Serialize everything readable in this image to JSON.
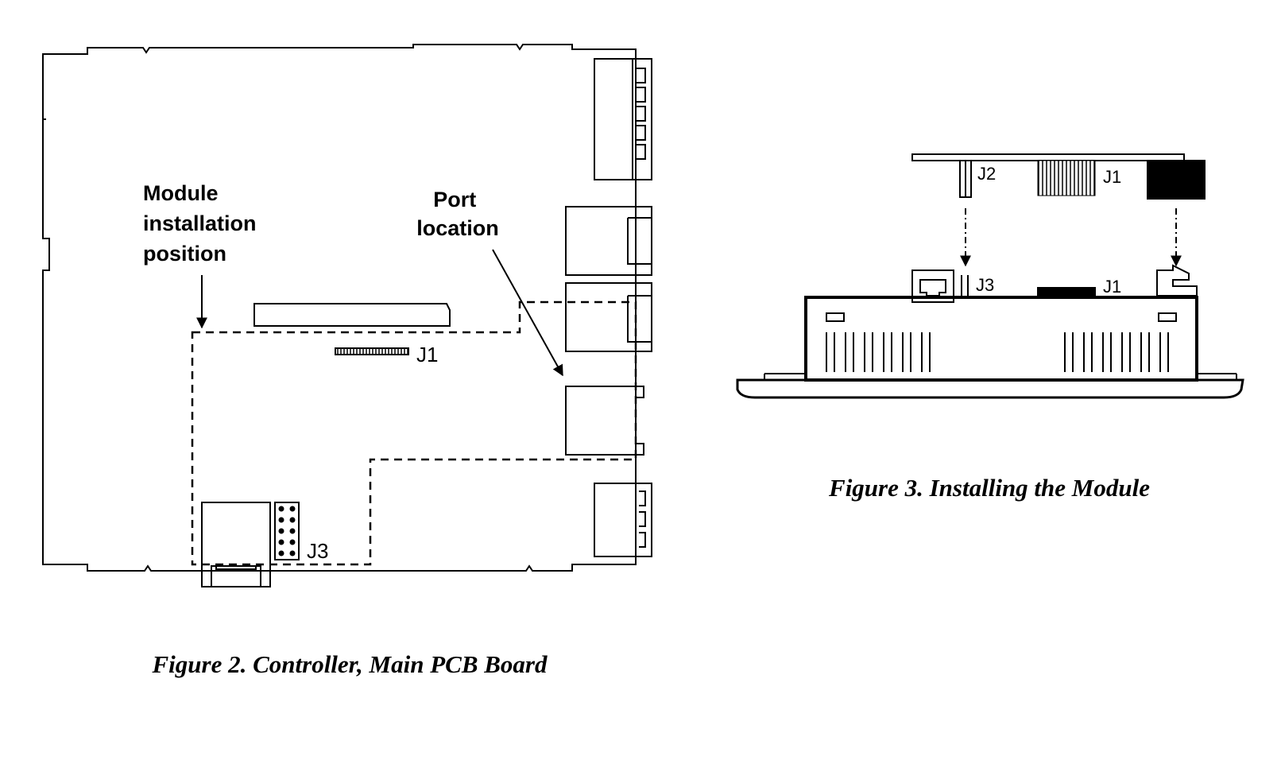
{
  "figure2": {
    "label_module": [
      "Module",
      "installation",
      "position"
    ],
    "label_port": [
      "Port",
      "location"
    ],
    "label_j1": "J1",
    "label_j3": "J3",
    "caption": "Figure 2. Controller, Main PCB Board"
  },
  "figure3": {
    "label_j2": "J2",
    "label_j1_module": "J1",
    "label_j3": "J3",
    "label_j1_board": "J1",
    "caption": "Figure 3. Installing the Module"
  },
  "colors": {
    "ink": "#000000",
    "paper": "#ffffff"
  }
}
